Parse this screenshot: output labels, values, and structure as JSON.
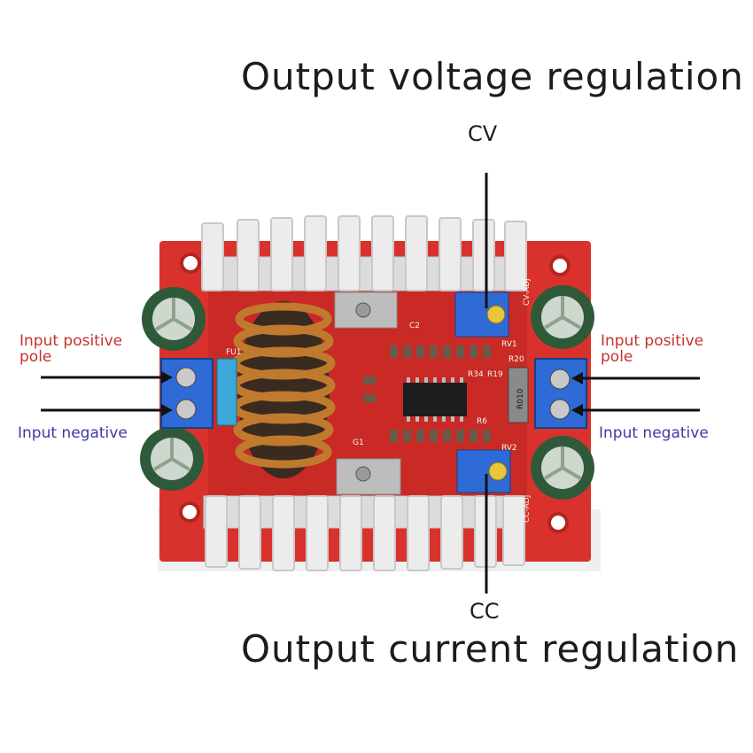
{
  "titles": {
    "top": "Output voltage regulation",
    "bottom": "Output current regulation"
  },
  "adjusters": {
    "cv": "CV",
    "cc": "CC"
  },
  "inputs": {
    "left": {
      "positive_line1": "Input positive",
      "positive_line2": "pole",
      "negative": "Input negative"
    },
    "right": {
      "positive_line1": "Input positive",
      "positive_line2": "pole",
      "negative": "Input negative"
    }
  },
  "board_markings": {
    "fuse": "FU1",
    "rv1": "RV1",
    "rv2": "RV2",
    "r20": "R20",
    "r010": "R010",
    "r34": "R34",
    "r19": "R19",
    "r6": "R6",
    "cv_adj": "CV-ADJ",
    "cc_adj": "CC-ADJ",
    "g1": "G1",
    "c2": "C2"
  },
  "colors": {
    "pcb": "#d9322c",
    "heatsink": "#e6e6e6",
    "terminal": "#2f6bd6",
    "capacitor": "#2e5a3a",
    "copper": "#c07a2e",
    "arrow": "#111111",
    "positive_text": "#c8312b",
    "negative_text": "#3d3aa6"
  }
}
